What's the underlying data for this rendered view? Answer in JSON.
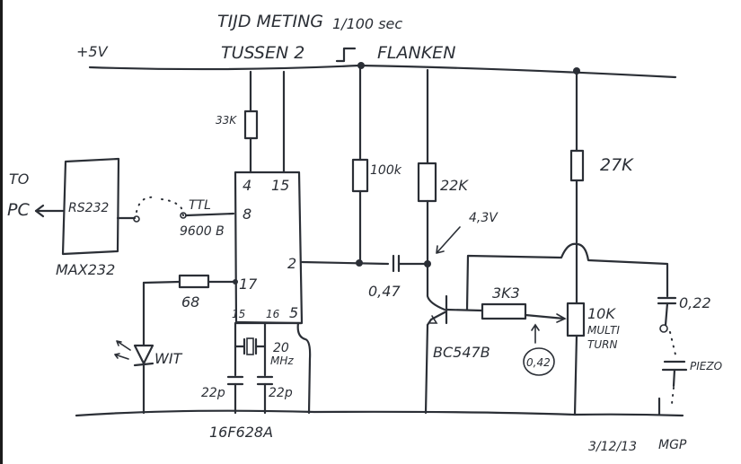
{
  "title": {
    "line1_a": "TIJD METING",
    "line1_b": "1/100 sec",
    "line2_a": "TUSSEN 2",
    "line2_b": "FLANKEN"
  },
  "supply": {
    "label": "+5V"
  },
  "connector": {
    "to_label": "TO",
    "pc_label": "PC"
  },
  "max232": {
    "inner_label": "RS232",
    "name": "MAX232"
  },
  "link": {
    "ttl_label": "TTL",
    "baud_label": "9600 B"
  },
  "resistors": {
    "r_33k": "33K",
    "r_100k": "100k",
    "r_22k": "22K",
    "r_27k": "27K",
    "r_68": "68",
    "r_3k3": "3K3",
    "pot_value": "10K",
    "pot_type_1": "MULTI",
    "pot_type_2": "TURN"
  },
  "mcu": {
    "name": "16F628A",
    "pins": {
      "p4": "4",
      "p15_top": "15",
      "p8": "8",
      "p2": "2",
      "p17": "17",
      "p15": "15",
      "p16": "16",
      "p5": "5"
    }
  },
  "crystal": {
    "freq_1": "20",
    "freq_2": "MHz",
    "cap_1": "22p",
    "cap_2": "22p"
  },
  "led": {
    "label": "WIT"
  },
  "coupling_cap": {
    "label": "0,47"
  },
  "transistor": {
    "label": "BC547B",
    "collector_voltage": "4,3V"
  },
  "wiper_voltage": "0,42",
  "piezo": {
    "cap_label": "0,22",
    "label": "PIEZO"
  },
  "footer": {
    "date": "3/12/13",
    "author": "MGP"
  }
}
